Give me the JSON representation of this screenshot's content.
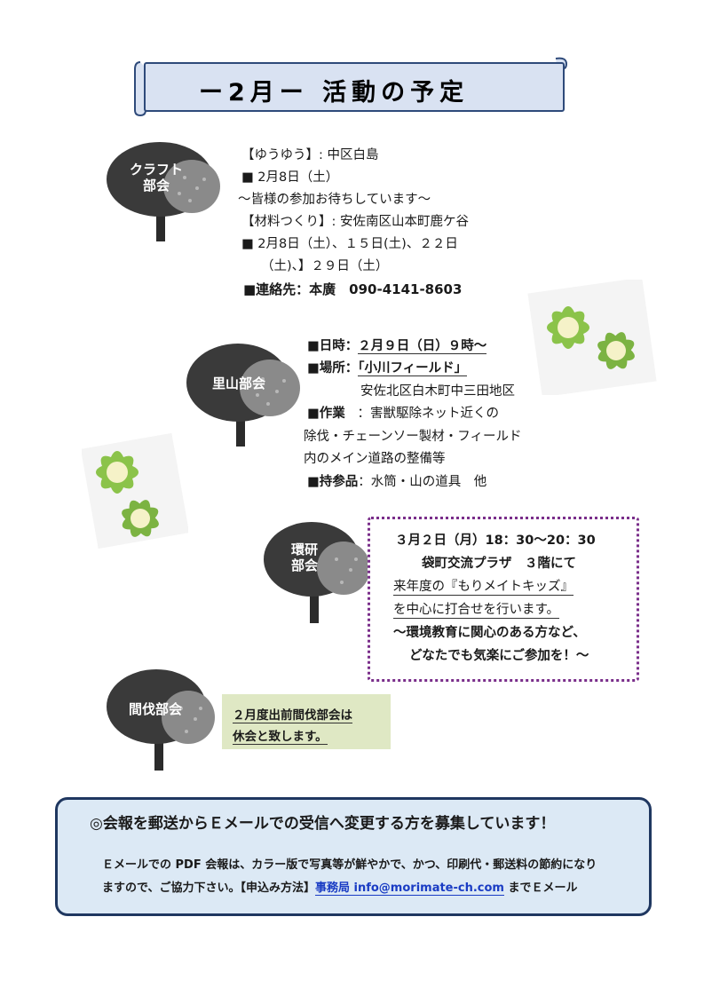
{
  "title": "ー2月ー 活動の予定",
  "craft": {
    "label": "クラフト\n部会",
    "lines": [
      "【ゆうゆう】: 中区白島",
      "■ 2月8日（土）",
      "～皆様の参加お待ちしています～",
      "【材料つくり】: 安佐南区山本町鹿ケ谷",
      "■ 2月8日（土）、１５日(土)、２２日",
      "（土)、】２９日（土）",
      "■連絡先：本廣　090-4141-8603"
    ]
  },
  "satoyama": {
    "label": "里山部会",
    "date_label": "■日時：",
    "date_value": "２月９日（日）９時～",
    "place_label": "■場所：",
    "place_value": "「小川フィールド」",
    "place_address": "安佐北区白木町中三田地区",
    "work_label": "■作業",
    "work_value": "：害獣駆除ネット近くの",
    "work_line2": "除伐・チェーンソー製材・フィールド",
    "work_line3": "内のメイン道路の整備等",
    "items_label": "■持参品",
    "items_value": "：水筒・山の道具　他"
  },
  "kanken": {
    "label": "環研\n部会",
    "line1": "３月２日（月）18：30～20：30",
    "line2": "袋町交流プラザ　３階にて",
    "line3": "来年度の『もりメイトキッズ』",
    "line4": "を中心に打合せを行います。",
    "line5": "～環境教育に関心のある方など、",
    "line6": "どなたでも気楽にご参加を！～"
  },
  "kanbatsu": {
    "label": "間伐部会",
    "note_line1": "２月度出前間伐部会は",
    "note_line2": "休会と致します。"
  },
  "notice": {
    "heading": "◎会報を郵送からＥメールでの受信へ変更する方を募集しています！",
    "body_line1": "Ｅメールでの PDF 会報は、カラー版で写真等が鮮やかで、かつ、印刷代・郵送料の節約になり",
    "body_line2_pre": "ますので、ご協力下さい。【申込み方法】",
    "body_link": "事務局 info@morimate-ch.com",
    "body_line2_post": " までＥメール"
  },
  "colors": {
    "banner_fill": "#d9e2f2",
    "banner_border": "#2e4a7a",
    "tree_dark": "#3a3a3a",
    "tree_light": "#8a8a8a",
    "dotted_border": "#7a2e8a",
    "note_fill": "#dfe8c4",
    "notice_fill": "#dce9f5",
    "notice_border": "#1f3760",
    "link": "#1a3cc4"
  }
}
